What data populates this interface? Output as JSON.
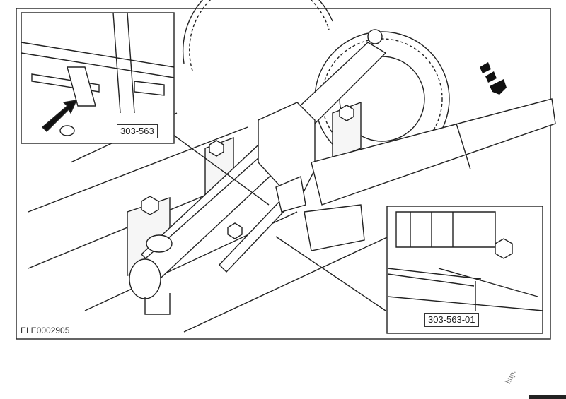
{
  "figure": {
    "id_label": "ELE0002905",
    "callout_tool": "303-563",
    "callout_tool_adapter": "303-563-01",
    "watermark": "http."
  },
  "colors": {
    "line": "#222222",
    "background": "#ffffff",
    "fill": "#f2f2f2"
  }
}
